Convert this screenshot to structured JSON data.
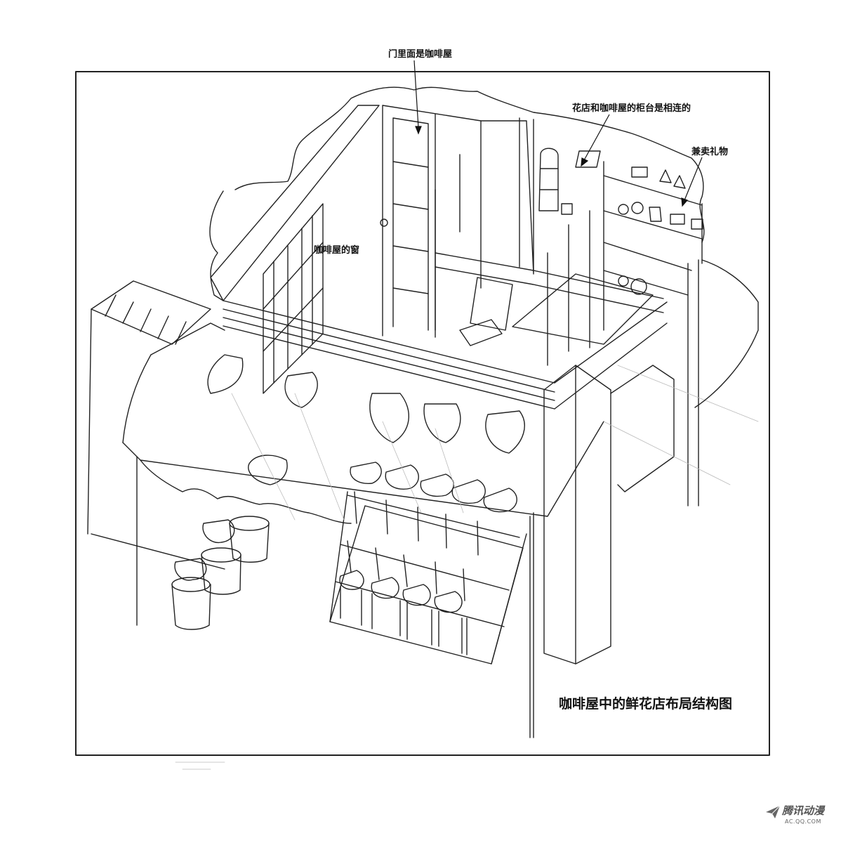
{
  "labels": {
    "door": "门里面是咖啡屋",
    "counter": "花店和咖啡屋的柜台是相连的",
    "gifts": "兼卖礼物",
    "window": "咖啡屋的窗"
  },
  "caption": "咖啡屋中的鲜花店布局结构图",
  "watermark": {
    "brand": "腾讯动漫",
    "url": "AC.QQ.COM"
  }
}
